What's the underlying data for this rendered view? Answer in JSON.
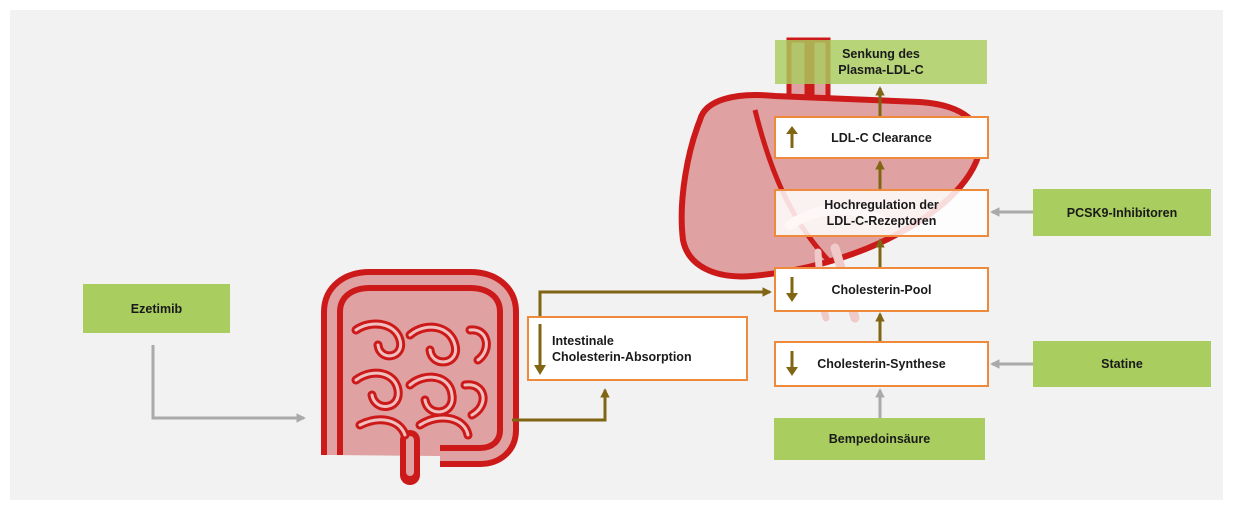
{
  "nodes": {
    "senkung": "Senkung des\nPlasma-LDL-C",
    "clearance": "LDL-C Clearance",
    "hochregulation": "Hochregulation der\nLDL-C-Rezeptoren",
    "pcsk9": "PCSK9-Inhibitoren",
    "pool": "Cholesterin-Pool",
    "synthese": "Cholesterin-Synthese",
    "statine": "Statine",
    "bempedo": "Bempedoinsäure",
    "ezetimib": "Ezetimib",
    "absorption": "Intestinale\nCholesterin-Absorption"
  },
  "effects": {
    "clearance": "up",
    "pool": "down",
    "synthese": "down",
    "absorption": "down"
  },
  "colors": {
    "background": "#f2f2f2",
    "green_box": "#a9cd5e",
    "orange_border": "#ef8a3c",
    "effect_arrow": "#806614",
    "drug_arrow": "#aaaaaa",
    "organ_fill": "#dfa1a1",
    "organ_stroke": "#cc1a1a"
  },
  "icons": [
    "liver-icon",
    "intestine-icon"
  ]
}
